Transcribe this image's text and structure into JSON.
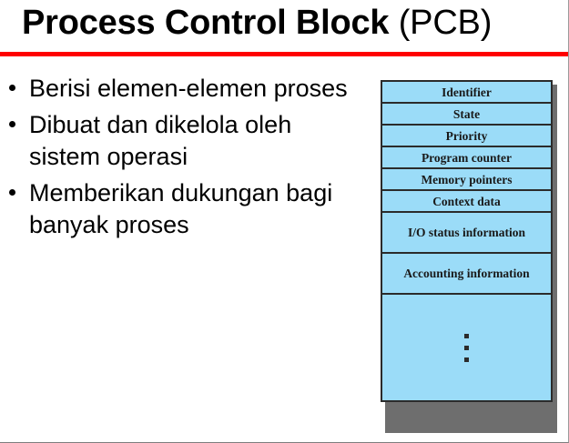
{
  "slide": {
    "title": {
      "strong": "Process Control Block",
      "light": " (PCB)"
    },
    "rule_color": "#ff0000",
    "bullets": [
      {
        "label": "Berisi elemen-elemen proses"
      },
      {
        "label": "Dibuat dan dikelola oleh sistem operasi"
      },
      {
        "label": "Memberikan dukungan bagi banyak proses"
      }
    ],
    "figure": {
      "fill_color": "#9bdcf8",
      "border_color": "#2b2b2b",
      "shadow_color": "#6e6e6e",
      "rows": [
        {
          "label": "Identifier",
          "lines": 1
        },
        {
          "label": "State",
          "lines": 1
        },
        {
          "label": "Priority",
          "lines": 1
        },
        {
          "label": "Program counter",
          "lines": 1
        },
        {
          "label": "Memory pointers",
          "lines": 1
        },
        {
          "label": "Context data",
          "lines": 1
        },
        {
          "label": "I/O status information",
          "lines": 2
        },
        {
          "label": "Accounting information",
          "lines": 2
        },
        {
          "label": "",
          "lines": 0,
          "ellipsis": true
        }
      ]
    }
  }
}
